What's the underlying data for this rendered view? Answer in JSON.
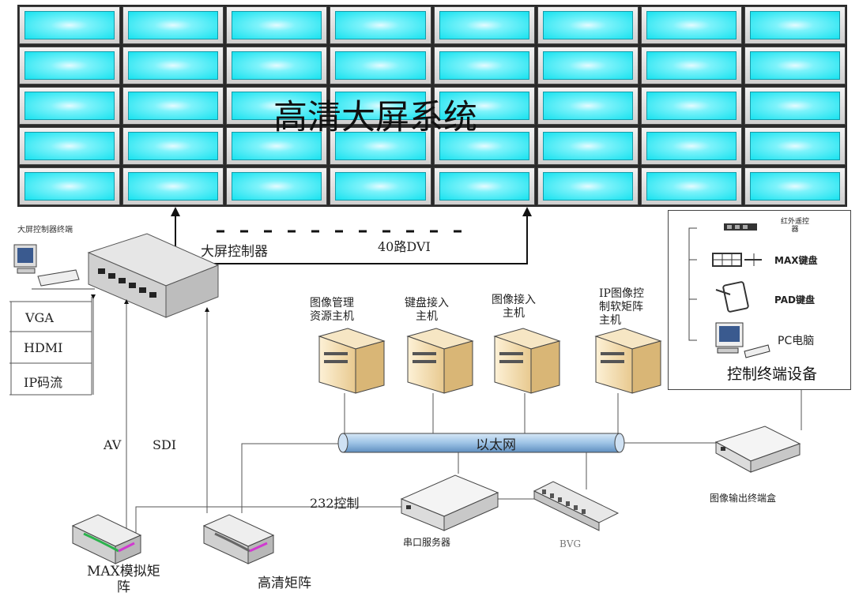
{
  "video_wall": {
    "title": "高清大屏系统",
    "rows": 5,
    "cols": 8
  },
  "controller": {
    "terminal_label": "大屏控制器终端",
    "label": "大屏控制器",
    "dvi_label": "40路DVI"
  },
  "inputs": [
    "VGA",
    "HDMI",
    "IP码流"
  ],
  "signals": {
    "av": "AV",
    "sdi": "SDI",
    "rs232": "232控制"
  },
  "network": {
    "label": "以太网"
  },
  "servers": [
    {
      "label": "图像管理\n资源主机"
    },
    {
      "label": "键盘接入\n主机"
    },
    {
      "label": "图像接入\n主机"
    },
    {
      "label": "IP图像控\n制软矩阵\n主机"
    }
  ],
  "devices": {
    "serial_server": "串口服务器",
    "bvg": "BVG",
    "output_terminal": "图像输出终端盒",
    "max_matrix": "MAX模拟矩\n阵",
    "hd_matrix": "高清矩阵"
  },
  "control_panel": {
    "title": "控制终端设备",
    "items": [
      "红外遥控\n器",
      "MAX键盘",
      "PAD键盘",
      "PC电脑"
    ]
  },
  "colors": {
    "screen": "#18e2ef",
    "network_pipe": "#9ec3e6",
    "server_body": "#f3dcae"
  }
}
